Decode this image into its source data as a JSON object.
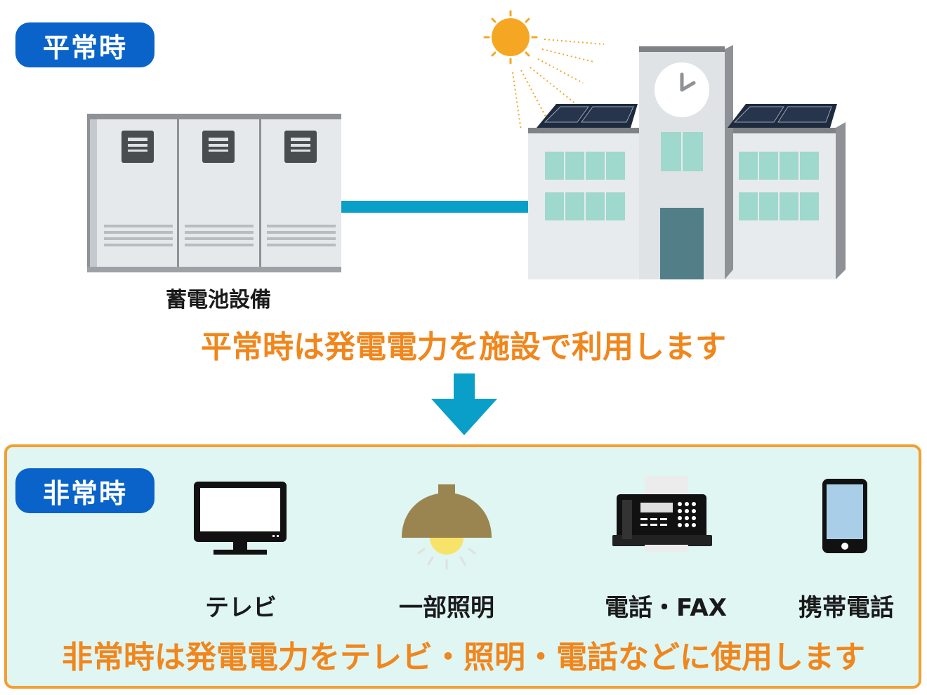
{
  "normal": {
    "badge": "平常時",
    "battery_label": "蓄電池設備",
    "caption": "平常時は発電電力を施設で利用します"
  },
  "emergency": {
    "badge": "非常時",
    "devices": [
      {
        "label": "テレビ",
        "icon": "tv-icon"
      },
      {
        "label": "一部照明",
        "icon": "lamp-icon"
      },
      {
        "label": "電話・FAX",
        "icon": "fax-icon"
      },
      {
        "label": "携帯電話",
        "icon": "smartphone-icon"
      }
    ],
    "caption": "非常時は発電電力をテレビ・照明・電話などに使用します"
  },
  "colors": {
    "badge": "#0a63c9",
    "caption": "#f0861c",
    "connector": "#0a9fc8",
    "box_border": "#f2a032",
    "box_fill": "#dff6f3"
  }
}
